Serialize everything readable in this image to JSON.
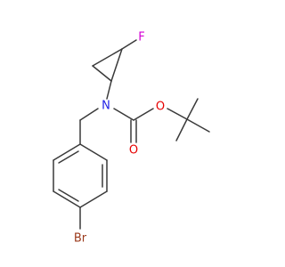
{
  "molecule": {
    "atoms": {
      "fluorine": {
        "label": "F",
        "color": "#d400d4"
      },
      "nitrogen": {
        "label": "N",
        "color": "#1f1fe6"
      },
      "oxygen_ether": {
        "label": "O",
        "color": "#e60000"
      },
      "oxygen_carbonyl": {
        "label": "O",
        "color": "#e60000"
      },
      "bromine": {
        "label": "Br",
        "color": "#9b3a1c"
      }
    },
    "bond_color": "#3a3a3a"
  }
}
